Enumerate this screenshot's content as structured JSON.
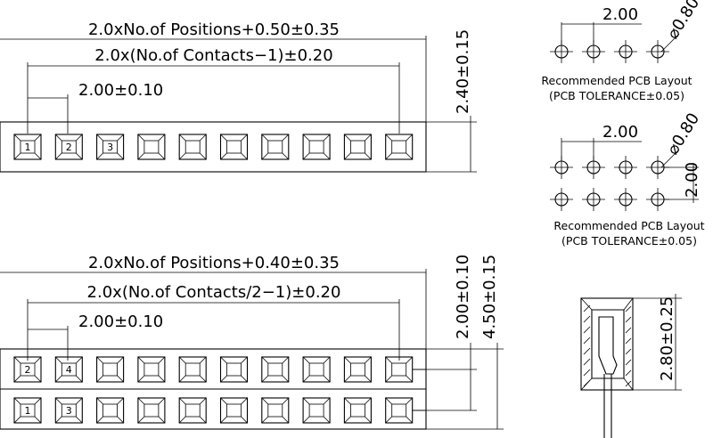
{
  "single_row": {
    "dim_overall": "2.0xNo.of Positions+0.50±0.35",
    "dim_contacts": "2.0x(No.of Contacts−1)±0.20",
    "dim_pitch": "2.00±0.10",
    "dim_height": "2.40±0.15",
    "pin_labels": [
      "1",
      "2",
      "3"
    ],
    "contacts": 10
  },
  "double_row": {
    "dim_overall": "2.0xNo.of Positions+0.40±0.35",
    "dim_contacts": "2.0x(No.of Contacts/2−1)±0.20",
    "dim_pitch": "2.00±0.10",
    "dim_row_pitch": "2.00±0.10",
    "dim_height": "4.50±0.15",
    "top_pin_labels": [
      "2",
      "4"
    ],
    "bottom_pin_labels": [
      "1",
      "3"
    ],
    "contacts_per_row": 10
  },
  "pcb_single": {
    "pitch": "2.00",
    "hole": "⌀0.80",
    "caption1": "Recommended PCB Layout",
    "caption2": "(PCB TOLERANCE±0.05)"
  },
  "pcb_double": {
    "pitch": "2.00",
    "hole": "⌀0.80",
    "row_pitch": "2.00",
    "caption1": "Recommended PCB Layout",
    "caption2": "(PCB TOLERANCE±0.05)"
  },
  "side_view": {
    "dim_height": "2.80±0.25"
  }
}
